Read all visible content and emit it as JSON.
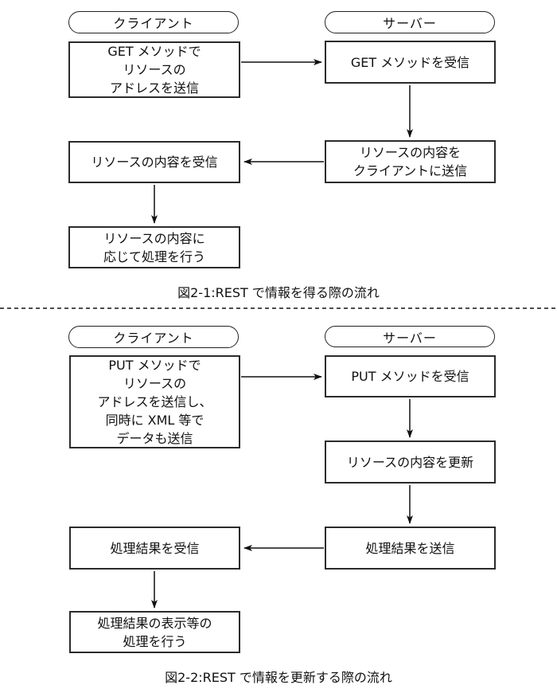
{
  "figure1": {
    "client_label": "クライアント",
    "server_label": "サーバー",
    "steps": {
      "client_request": "GET メソッドで\nリソースの\nアドレスを送信",
      "server_receive": "GET メソッドを受信",
      "server_send": "リソースの内容を\nクライアントに送信",
      "client_receive": "リソースの内容を受信",
      "client_process": "リソースの内容に\n応じて処理を行う"
    },
    "caption": "図2-1:REST で情報を得る際の流れ"
  },
  "figure2": {
    "client_label": "クライアント",
    "server_label": "サーバー",
    "steps": {
      "client_request": "PUT メソッドで\nリソースの\nアドレスを送信し、\n同時に XML 等で\nデータも送信",
      "server_receive": "PUT メソッドを受信",
      "server_update": "リソースの内容を更新",
      "server_send": "処理結果を送信",
      "client_receive": "処理結果を受信",
      "client_process": "処理結果の表示等の\n処理を行う"
    },
    "caption": "図2-2:REST で情報を更新する際の流れ"
  }
}
